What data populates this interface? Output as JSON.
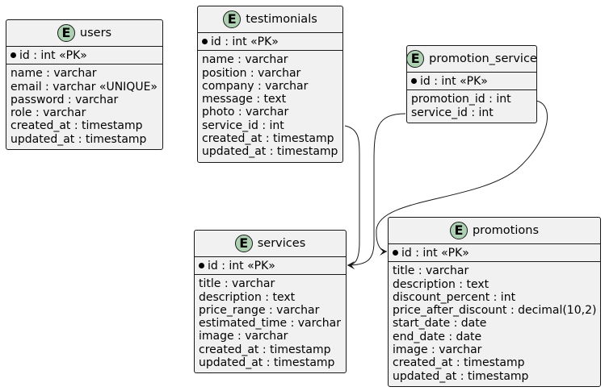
{
  "entities": {
    "users": {
      "badge": "E",
      "title": "users",
      "pk": "id : int «PK»",
      "fields": [
        "name : varchar",
        "email : varchar «UNIQUE»",
        "password : varchar",
        "role : varchar",
        "created_at : timestamp",
        "updated_at : timestamp"
      ]
    },
    "testimonials": {
      "badge": "E",
      "title": "testimonials",
      "pk": "id : int «PK»",
      "fields": [
        "name : varchar",
        "position : varchar",
        "company : varchar",
        "message : text",
        "photo : varchar",
        "service_id : int",
        "created_at : timestamp",
        "updated_at : timestamp"
      ]
    },
    "promotion_service": {
      "badge": "E",
      "title": "promotion_service",
      "pk": "id : int «PK»",
      "fields": [
        "promotion_id : int",
        "service_id : int"
      ]
    },
    "services": {
      "badge": "E",
      "title": "services",
      "pk": "id : int «PK»",
      "fields": [
        "title : varchar",
        "description : text",
        "price_range : varchar",
        "estimated_time : varchar",
        "image : varchar",
        "created_at : timestamp",
        "updated_at : timestamp"
      ]
    },
    "promotions": {
      "badge": "E",
      "title": "promotions",
      "pk": "id : int «PK»",
      "fields": [
        "title : varchar",
        "description : text",
        "discount_percent : int",
        "price_after_discount : decimal(10,2)",
        "start_date : date",
        "end_date : date",
        "image : varchar",
        "created_at : timestamp",
        "updated_at : timestamp"
      ]
    }
  },
  "relationships": [
    {
      "from": "testimonials.service_id",
      "to": "services.id"
    },
    {
      "from": "promotion_service.service_id",
      "to": "services.id"
    },
    {
      "from": "promotion_service.promotion_id",
      "to": "promotions.id"
    }
  ],
  "colors": {
    "entity_fill": "#f1f1f1",
    "border": "#181818",
    "badge_fill": "#add1b2"
  }
}
